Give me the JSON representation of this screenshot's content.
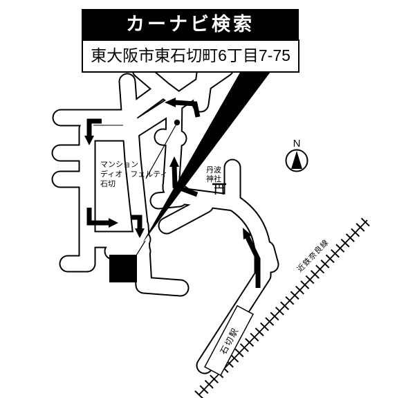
{
  "header": {
    "title": "カーナビ検索",
    "address": "東大阪市東石切町6丁目7-75"
  },
  "map": {
    "compass_label": "N",
    "railway_label": "近鉄奈良線",
    "station_label": "石切駅",
    "shrine_label_line1": "丹波",
    "shrine_label_line2": "神社",
    "mansion_label_line1": "マンション",
    "mansion_label_line2": "ディオ・フェルティ",
    "mansion_label_line3": "石切"
  },
  "colors": {
    "ink": "#000000",
    "paper": "#ffffff"
  }
}
